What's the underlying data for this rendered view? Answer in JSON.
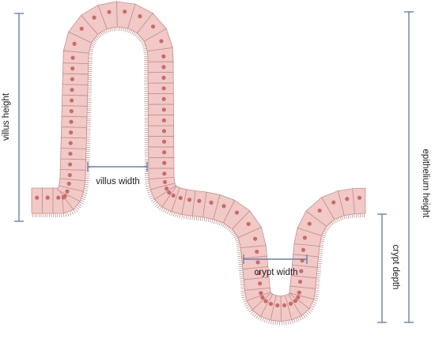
{
  "labels": {
    "villus_height": "villus height",
    "villus_width": "villus width",
    "crypt_width": "crypt width",
    "crypt_depth": "crypt depth",
    "epithelium_height": "epithelium height"
  },
  "colors": {
    "background": "#ffffff",
    "cell_fill": "#f1c9c7",
    "cell_border": "#c8908c",
    "nucleus": "#c96a6e",
    "brush_border": "#b98a86",
    "measure_line": "#6b7fa6"
  }
}
